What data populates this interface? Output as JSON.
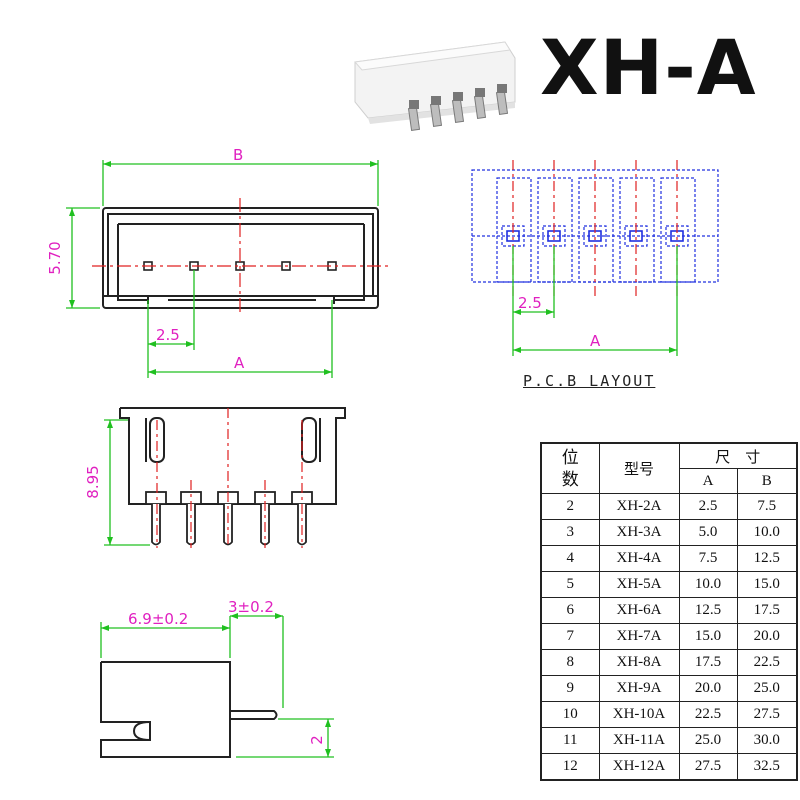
{
  "title": "XH-A",
  "pcb_label": "P.C.B LAYOUT",
  "dims": {
    "front_b": "B",
    "front_a": "A",
    "front_pitch": "2.5",
    "front_height": "5.70",
    "pcb_pitch": "2.5",
    "pcb_a": "A",
    "side_height": "8.95",
    "side_depth": "6.9±0.2",
    "side_pin": "3±0.2",
    "side_thick": "2"
  },
  "table": {
    "h_pos_1": "位",
    "h_pos_2": "数",
    "h_model": "型号",
    "h_size": "尺　寸",
    "h_a": "A",
    "h_b": "B",
    "rows": [
      [
        "2",
        "XH-2A",
        "2.5",
        "7.5"
      ],
      [
        "3",
        "XH-3A",
        "5.0",
        "10.0"
      ],
      [
        "4",
        "XH-4A",
        "7.5",
        "12.5"
      ],
      [
        "5",
        "XH-5A",
        "10.0",
        "15.0"
      ],
      [
        "6",
        "XH-6A",
        "12.5",
        "17.5"
      ],
      [
        "7",
        "XH-7A",
        "15.0",
        "20.0"
      ],
      [
        "8",
        "XH-8A",
        "17.5",
        "22.5"
      ],
      [
        "9",
        "XH-9A",
        "20.0",
        "25.0"
      ],
      [
        "10",
        "XH-10A",
        "22.5",
        "27.5"
      ],
      [
        "11",
        "XH-11A",
        "25.0",
        "30.0"
      ],
      [
        "12",
        "XH-12A",
        "27.5",
        "32.5"
      ]
    ]
  },
  "colors": {
    "outline": "#222222",
    "dimension": "#20c020",
    "dim_text": "#e020c0",
    "centerline": "#e02020",
    "pcb_pad": "#2030e0"
  }
}
